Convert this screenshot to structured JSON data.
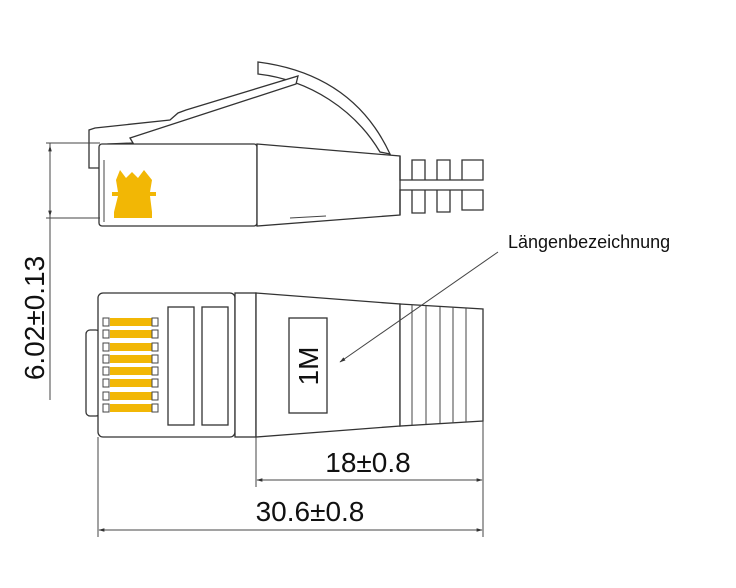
{
  "labels": {
    "height_dim": "6.02±0.13",
    "length_marking": "Längenbezeichnung",
    "marking_text": "1M",
    "boot_dim": "18±0.8",
    "total_dim": "30.6±0.8"
  },
  "colors": {
    "contacts": "#f2b705",
    "lines": "#333333"
  }
}
